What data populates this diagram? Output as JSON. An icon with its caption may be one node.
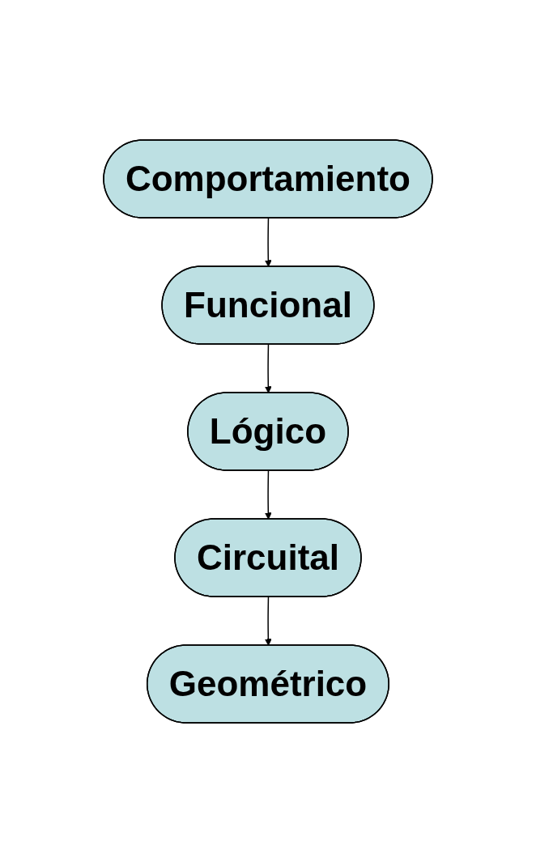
{
  "diagram": {
    "nodes": [
      {
        "text": [
          "Comportamiento"
        ]
      },
      {
        "text": [
          "Funcional"
        ]
      },
      {
        "text": [
          "Lógico"
        ]
      },
      {
        "text": [
          "Circuital"
        ]
      },
      {
        "text": [
          "Geométrico"
        ]
      }
    ],
    "edges": [
      {
        "from": 0,
        "to": 1,
        "arrow": "to"
      },
      {
        "from": 1,
        "to": 2,
        "arrow": "to"
      },
      {
        "from": 2,
        "to": 3,
        "arrow": "to"
      },
      {
        "from": 3,
        "to": 4,
        "arrow": "to"
      }
    ]
  }
}
